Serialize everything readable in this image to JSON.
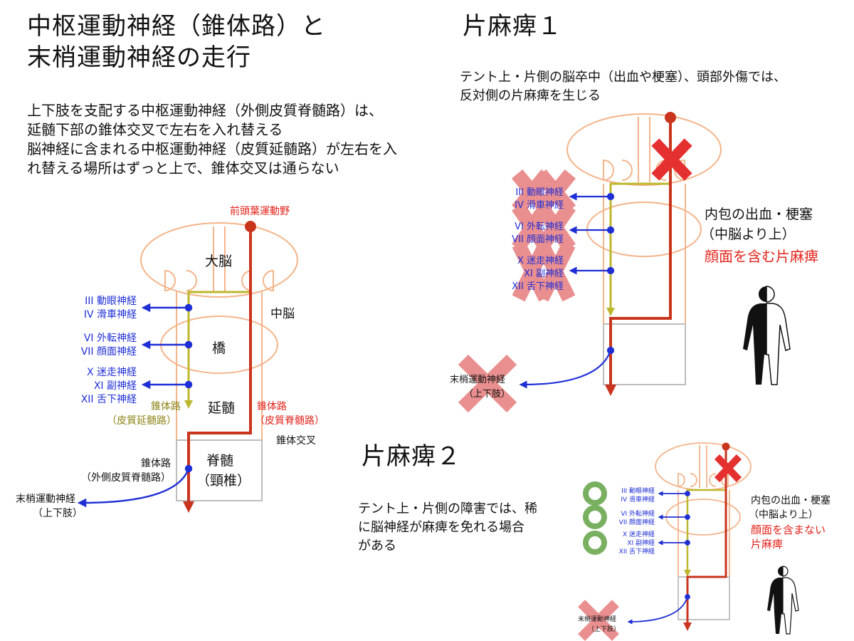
{
  "colors": {
    "outline": "#f4b48a",
    "tract": "#c8341c",
    "corticobulbar": "#bdb72e",
    "nerve": "#1f2fd6",
    "lesion": "#e53030",
    "paralysis": "#e46a6a",
    "spared": "#6aa84f",
    "cord_outline": "#bdbdbd"
  },
  "left": {
    "title_line1": "中枢運動神経（錐体路）と",
    "title_line2": "末梢運動神経の走行",
    "desc": [
      "上下肢を支配する中枢運動神経（外側皮質脊髄路）は、",
      "延髄下部の錐体交叉で左右を入れ替える",
      "脳神経に含まれる中枢運動神経（皮質延髄路）が左右を入",
      "れ替える場所はずっと上で、錐体交叉は通らない"
    ],
    "motor_cortex": "前頭葉運動野",
    "cerebrum": "大脳",
    "midbrain": "中脳",
    "pons": "橋",
    "medulla": "延髄",
    "spinal_cord_1": "脊髄",
    "spinal_cord_2": "（頸椎）",
    "nerves": [
      "III 動眼神経",
      "IV 滑車神経",
      "VI 外転神経",
      "VII 顔面神経",
      "X 迷走神経",
      "XI 副神経",
      "XII 舌下神経"
    ],
    "corticobulbar_1": "錐体路",
    "corticobulbar_2": "（皮質延髄路）",
    "corticospinal_1": "錐体路",
    "corticospinal_2": "（皮質脊髄路）",
    "decussation": "錐体交叉",
    "lateral_1": "錐体路",
    "lateral_2": "（外側皮質脊髄路）",
    "peripheral_1": "末梢運動神経",
    "peripheral_2": "（上下肢）"
  },
  "hemi1": {
    "title": "片麻痺１",
    "desc": [
      "テント上・片側の脳卒中（出血や梗塞）、頭部外傷では、",
      "反対側の片麻痺を生じる"
    ],
    "nerves": [
      "III 動眼神経",
      "IV 滑車神経",
      "VI 外転神経",
      "VII 顔面神経",
      "X 迷走神経",
      "XI 副神経",
      "XII 舌下神経"
    ],
    "peripheral_1": "末梢運動神経",
    "peripheral_2": "（上下肢）",
    "lesion_1": "内包の出血・梗塞",
    "lesion_2": "（中脳より上）",
    "result": "顔面を含む片麻痺"
  },
  "hemi2": {
    "title": "片麻痺２",
    "desc": [
      "テント上・片側の障害では、稀",
      "に脳神経が麻痺を免れる場合",
      "がある"
    ],
    "nerves": [
      "III 動眼神経",
      "IV 滑車神経",
      "VI 外転神経",
      "VII 顔面神経",
      "X 迷走神経",
      "XI 副神経",
      "XII 舌下神経"
    ],
    "peripheral_1": "末梢運動神経",
    "peripheral_2": "（上下肢）",
    "lesion_1": "内包の出血・梗塞",
    "lesion_2": "（中脳より上）",
    "result_1": "顔面を含まない",
    "result_2": "片麻痺"
  }
}
